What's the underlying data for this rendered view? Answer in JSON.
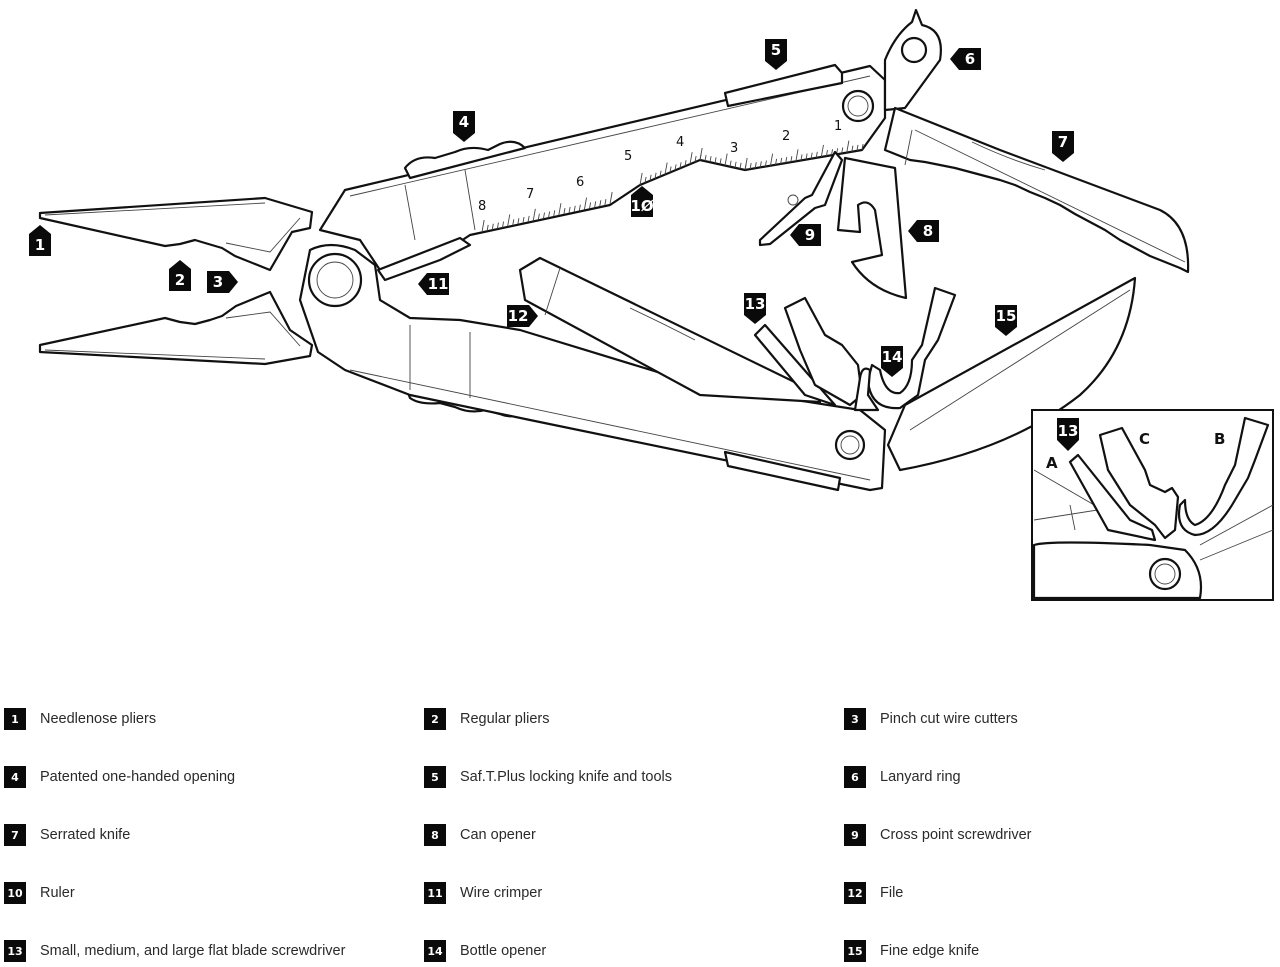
{
  "diagram": {
    "callouts": [
      "1",
      "2",
      "3",
      "4",
      "5",
      "6",
      "7",
      "8",
      "9",
      "1Ø",
      "11",
      "12",
      "13",
      "14",
      "15"
    ],
    "ruler_numbers": [
      "1",
      "2",
      "3",
      "4",
      "5",
      "6",
      "7",
      "8"
    ],
    "inset": {
      "callout": "13",
      "letters": [
        "A",
        "B",
        "C"
      ]
    }
  },
  "legend": {
    "items": [
      {
        "number": "1",
        "label": "Needlenose pliers"
      },
      {
        "number": "2",
        "label": "Regular pliers"
      },
      {
        "number": "3",
        "label": "Pinch cut wire cutters"
      },
      {
        "number": "4",
        "label": "Patented one-handed opening"
      },
      {
        "number": "5",
        "label": "Saf.T.Plus locking knife and tools"
      },
      {
        "number": "6",
        "label": "Lanyard ring"
      },
      {
        "number": "7",
        "label": "Serrated knife"
      },
      {
        "number": "8",
        "label": "Can opener"
      },
      {
        "number": "9",
        "label": "Cross point screwdriver"
      },
      {
        "number": "10",
        "label": "Ruler"
      },
      {
        "number": "11",
        "label": "Wire crimper"
      },
      {
        "number": "12",
        "label": "File"
      },
      {
        "number": "13",
        "label": "Small, medium, and large flat blade screwdriver"
      },
      {
        "number": "14",
        "label": "Bottle opener"
      },
      {
        "number": "15",
        "label": "Fine edge knife"
      }
    ]
  }
}
